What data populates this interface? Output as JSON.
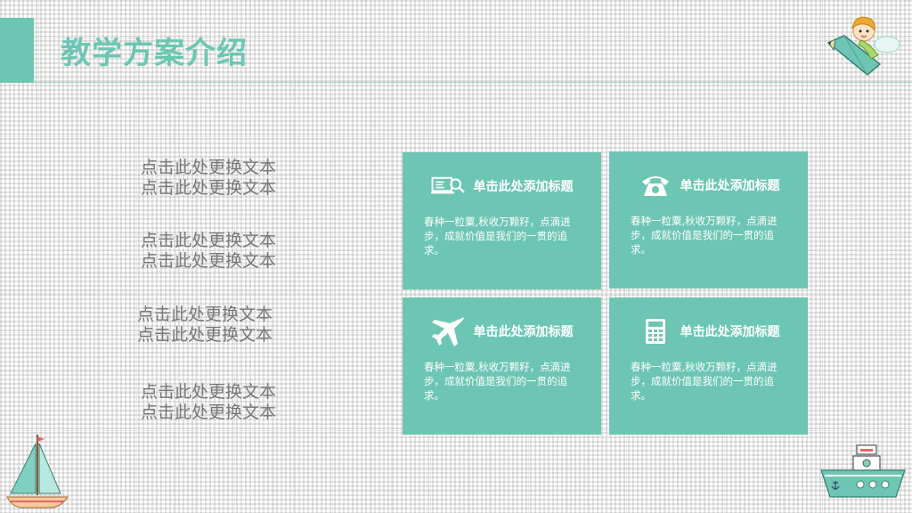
{
  "title": "教学方案介绍",
  "left_items": [
    {
      "line1": "点击此处更换文本",
      "line2": "点击此处更换文本"
    },
    {
      "line1": "点击此处更换文本",
      "line2": "点击此处更换文本"
    },
    {
      "line1": "点击此处更换文本",
      "line2": "点击此处更换文本"
    },
    {
      "line1": "点击此处更换文本",
      "line2": "点击此处更换文本"
    }
  ],
  "cards": [
    {
      "icon": "laptop-search-icon",
      "title": "单击此处添加标题",
      "body": "春种一粒粟,秋收万颗籽，点滴进步，成就价值是我们的一贯的追求。"
    },
    {
      "icon": "telephone-icon",
      "title": "单击此处添加标题",
      "body": "春种一粒粟,秋收万颗籽，点滴进步，成就价值是我们的一贯的追求。"
    },
    {
      "icon": "airplane-icon",
      "title": "单击此处添加标题",
      "body": "春种一粒粟,秋收万颗籽，点滴进步，成就价值是我们的一贯的追求。"
    },
    {
      "icon": "calculator-icon",
      "title": "单击此处添加标题",
      "body": "春种一粒粟,秋收万颗籽，点滴进步，成就价值是我们的一贯的追求。"
    }
  ],
  "colors": {
    "accent": "#6cc6b3",
    "text_gray": "#777777",
    "background": "#ffffff"
  },
  "decorations": [
    "girl-pencil-icon",
    "sailboat-icon",
    "steamboat-icon"
  ]
}
